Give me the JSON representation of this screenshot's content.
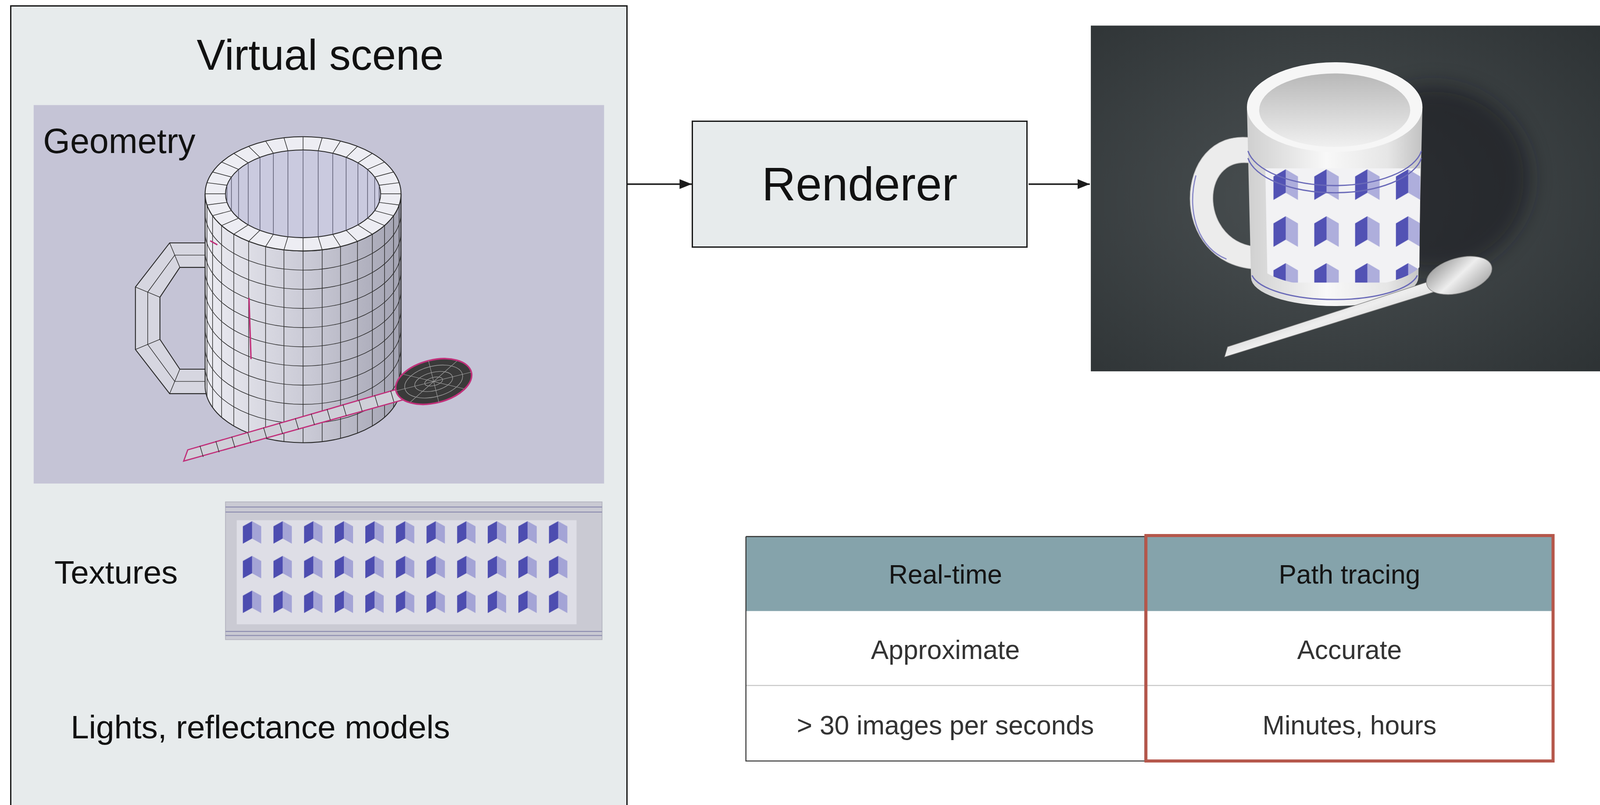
{
  "diagram": {
    "nodes": [
      {
        "text": [
          "Virtual scene",
          "Textures",
          "Lights, reflectance models"
        ]
      },
      {
        "text": [
          "Geometry"
        ],
        "in": 0
      },
      {
        "text": [
          "Renderer"
        ]
      }
    ],
    "edges": [
      {
        "from": 0,
        "to": 2,
        "arrow": "to"
      }
    ],
    "labels": [
      "Real-time",
      "Path tracing",
      "Approximate",
      "Accurate",
      "> 30 images per seconds",
      "Minutes, hours"
    ]
  }
}
